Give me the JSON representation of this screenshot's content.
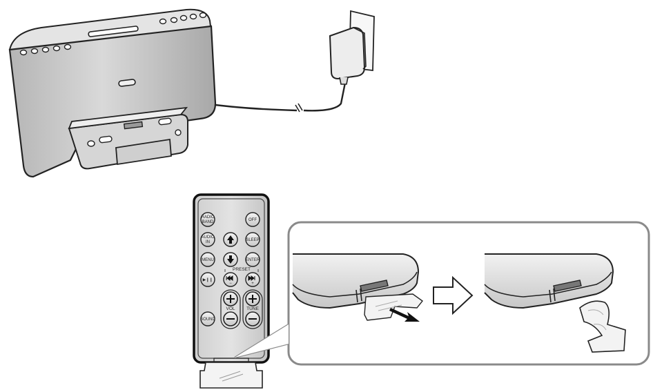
{
  "remote": {
    "buttons": {
      "radio_band_1": "RADIO",
      "radio_band_2": "BAND",
      "off": "OFF",
      "audio_in_1": "AUDIO",
      "audio_in_2": "IN",
      "sleep": "SLEEP",
      "menu": "MENU",
      "enter": "ENTER",
      "play_pause": "▶❙❙",
      "sound": "SOUND",
      "plus": "+",
      "minus": "−"
    },
    "labels": {
      "preset": "PRESET",
      "vol": "VOL",
      "tune": "TUNE"
    }
  },
  "icons": {
    "outline_arrow": "arrow-right-outline-icon",
    "pull_arrow": "pull-direction-arrow-icon"
  }
}
